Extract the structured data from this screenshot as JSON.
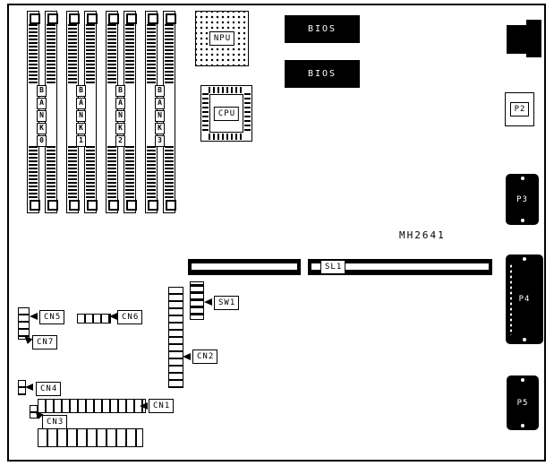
{
  "board": {
    "part_number": "MH2641",
    "background": "#ffffff",
    "outline_color": "#000000"
  },
  "banks": [
    {
      "label": "BANK0"
    },
    {
      "label": "BANK1"
    },
    {
      "label": "BANK2"
    },
    {
      "label": "BANK3"
    }
  ],
  "chips": {
    "npu": "NPU",
    "cpu": "CPU",
    "bios_top": "BIOS",
    "bios_bottom": "BIOS"
  },
  "slots": {
    "sl1": "SL1"
  },
  "switch": {
    "sw1": "SW1"
  },
  "connectors": {
    "cn1": "CN1",
    "cn2": "CN2",
    "cn3": "CN3",
    "cn4": "CN4",
    "cn5": "CN5",
    "cn6": "CN6",
    "cn7": "CN7"
  },
  "ports": {
    "p2": "P2",
    "p3": "P3",
    "p4": "P4",
    "p5": "P5"
  }
}
